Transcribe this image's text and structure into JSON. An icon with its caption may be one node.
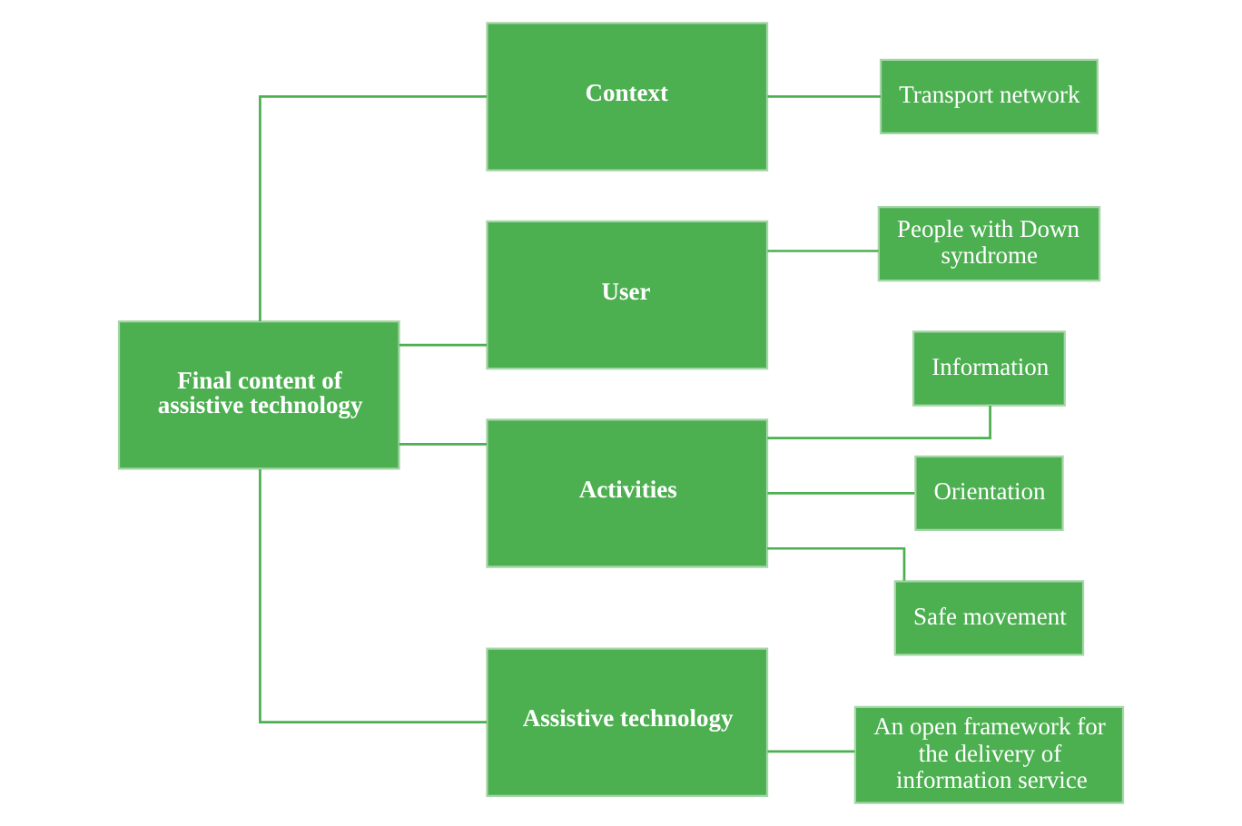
{
  "diagram": {
    "nodes": [
      {
        "text": [
          "Final content of assistive technology"
        ]
      },
      {
        "text": [
          "Context"
        ]
      },
      {
        "text": [
          "User"
        ]
      },
      {
        "text": [
          "Activities"
        ]
      },
      {
        "text": [
          "Assistive technology"
        ]
      },
      {
        "text": [
          "Transport network"
        ]
      },
      {
        "text": [
          "People with Down syndrome"
        ]
      },
      {
        "text": [
          "Information"
        ]
      },
      {
        "text": [
          "Orientation"
        ]
      },
      {
        "text": [
          "Safe movement"
        ]
      },
      {
        "text": [
          "An open framework for the delivery of information service"
        ]
      }
    ],
    "edges": [
      {
        "from": 0,
        "to": 1,
        "arrow": "none"
      },
      {
        "from": 0,
        "to": 2,
        "arrow": "none"
      },
      {
        "from": 0,
        "to": 3,
        "arrow": "none"
      },
      {
        "from": 0,
        "to": 4,
        "arrow": "none"
      },
      {
        "from": 1,
        "to": 5,
        "arrow": "none"
      },
      {
        "from": 2,
        "to": 6,
        "arrow": "none"
      },
      {
        "from": 3,
        "to": 7,
        "arrow": "none"
      },
      {
        "from": 3,
        "to": 8,
        "arrow": "none"
      },
      {
        "from": 3,
        "to": 9,
        "arrow": "none"
      },
      {
        "from": 4,
        "to": 10,
        "arrow": "none"
      }
    ]
  }
}
